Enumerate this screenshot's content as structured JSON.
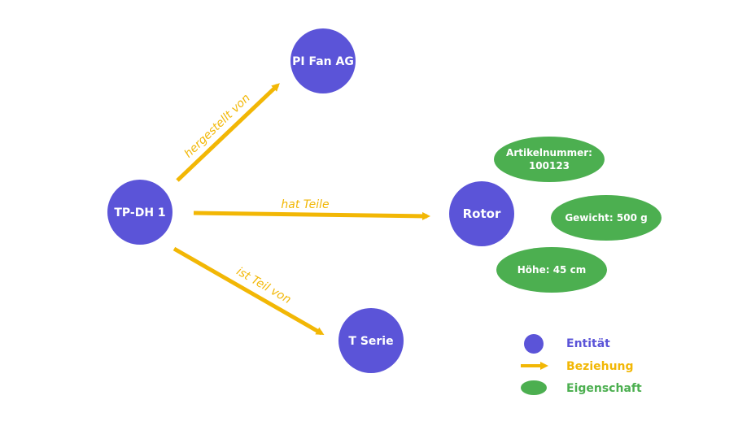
{
  "colors": {
    "entity": "#5b54d8",
    "relation": "#f2b705",
    "property": "#4caf50",
    "legend_entity_text": "#5b54d8",
    "legend_relation_text": "#f2b705",
    "legend_property_text": "#4caf50"
  },
  "entities": {
    "tp_dh1": "TP-DH 1",
    "pi_fan_ag": "PI Fan AG",
    "rotor": "Rotor",
    "t_serie": "T Serie"
  },
  "relations": {
    "hergestellt_von": "hergestellt von",
    "hat_teile": "hat Teile",
    "ist_teil_von": "ist Teil von"
  },
  "properties": {
    "artikelnummer_line1": "Artikelnummer:",
    "artikelnummer_line2": "100123",
    "gewicht": "Gewicht: 500 g",
    "hoehe": "Höhe: 45 cm"
  },
  "legend": {
    "entity": "Entität",
    "relation": "Beziehung",
    "property": "Eigenschaft"
  }
}
